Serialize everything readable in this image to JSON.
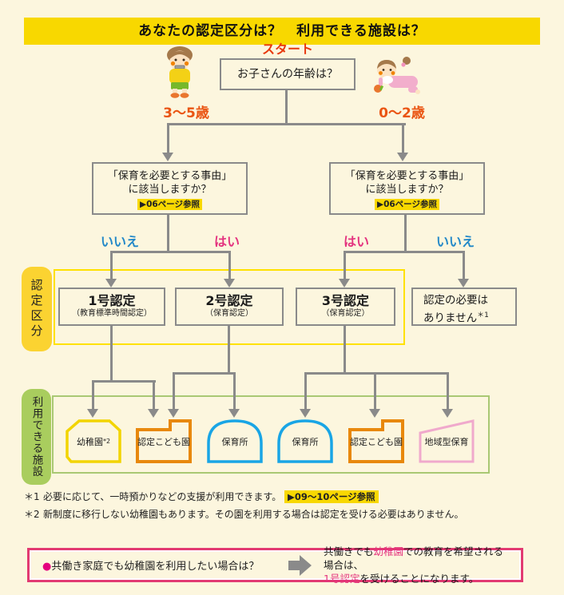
{
  "colors": {
    "page_bg": "#FCF6DE",
    "header_bg": "#F8D800",
    "accent_orange_red": "#E8380D",
    "age_label_orange": "#EA5513",
    "yes_pink": "#E4327E",
    "no_blue": "#2288C8",
    "line_gray": "#8A8A8A",
    "cert_frame_yellow": "#FFE100",
    "cert_side_label_bg": "#FBD331",
    "facility_frame_green": "#A9C873",
    "facility_side_label_bg": "#A9CD5E",
    "youchien_yellow": "#F2D400",
    "kodomoen_orange": "#E8880C",
    "hoikusho_blue": "#19A5E5",
    "chiikigata_pink": "#F0A9CC",
    "qa_border_pink": "#E23A72",
    "highlight_yellow": "#F8D800"
  },
  "header": {
    "title": "あなたの認定区分は？　利用できる施設は？"
  },
  "flow": {
    "start_label": "スタート",
    "age_question": "お子さんの年齢は？",
    "age_left": "3～5歳",
    "age_right": "0～2歳",
    "need_question_line1": "「保育を必要とする事由」",
    "need_question_line2": "に該当しますか？",
    "need_question_ref": "▶06ページ参照",
    "no_label": "いいえ",
    "yes_label": "はい"
  },
  "cert_section": {
    "side_label": "認定区分",
    "box1_title": "1号認定",
    "box1_subtitle": "（教育標準時間認定）",
    "box2_title": "2号認定",
    "box2_subtitle": "（保育認定）",
    "box3_title": "3号認定",
    "box3_subtitle": "（保育認定）",
    "no_cert_line1": "認定の必要は",
    "no_cert_line2": "ありません",
    "no_cert_sup": "＊1"
  },
  "facility_section": {
    "side_label": "利用できる施設",
    "facilities": [
      {
        "label": "幼稚園",
        "note": "*2",
        "color": "#F2D400",
        "shape": "house"
      },
      {
        "label": "認定こども園",
        "color": "#E8880C",
        "shape": "folder"
      },
      {
        "label": "保育所",
        "color": "#19A5E5",
        "shape": "dome"
      },
      {
        "label": "保育所",
        "color": "#19A5E5",
        "shape": "dome"
      },
      {
        "label": "認定こども園",
        "color": "#E8880C",
        "shape": "folder"
      },
      {
        "label": "地域型保育",
        "color": "#F0A9CC",
        "shape": "slant"
      }
    ]
  },
  "footnotes": {
    "note1_marker": "＊1",
    "note1_text": "必要に応じて、一時預かりなどの支援が利用できます。",
    "note1_ref": "▶09～10ページ参照",
    "note2_marker": "＊2",
    "note2_text": "新制度に移行しない幼稚園もあります。その園を利用する場合は認定を受ける必要はありません。"
  },
  "qa": {
    "bullet": "●",
    "question": "共働き家庭でも幼稚園を利用したい場合は？",
    "answer_pre1": "共働きでも",
    "answer_pink1": "幼稚園",
    "answer_post1": "での教育を希望される場合は、",
    "answer_pink2": "1号認定",
    "answer_post2": "を受けることになります。"
  }
}
